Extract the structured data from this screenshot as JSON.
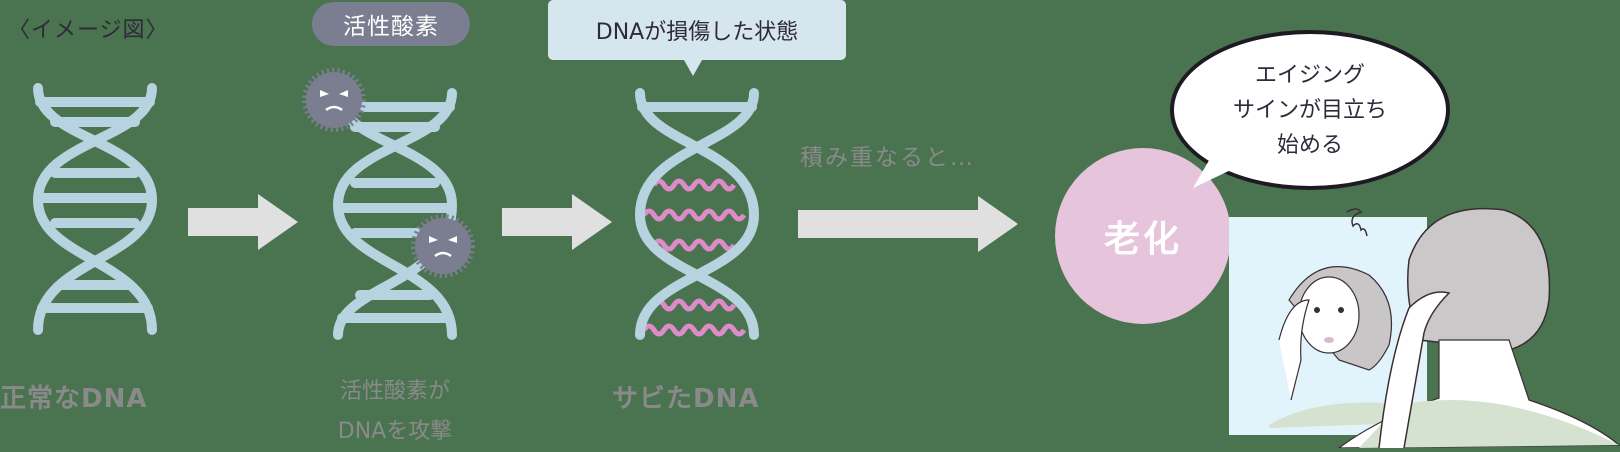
{
  "caption": "〈イメージ図〉",
  "stages": [
    {
      "label": "正常なDNA"
    },
    {
      "badge": "活性酸素",
      "label": "活性酸素が\nDNAを攻撃"
    },
    {
      "callout": "DNAが損傷した状態",
      "label": "サビたDNA"
    }
  ],
  "accumulate_text": "積み重なると…",
  "result": {
    "circle_label": "老化",
    "speech": "エイジング\nサインが目立ち\n始める"
  },
  "icons": [
    "dna-helix-icon",
    "angry-molecule-icon",
    "arrow-right-icon",
    "damaged-dna-icon",
    "woman-mirror-illustration"
  ],
  "colors": {
    "background": "#4a7350",
    "dna": "#b6d3df",
    "damage_wave": "#e08bc9",
    "molecule": "#7b7d91",
    "arrow": "#e0e0e0",
    "aging_circle": "#e5c4dc",
    "label_gray": "#8a8a8a"
  }
}
